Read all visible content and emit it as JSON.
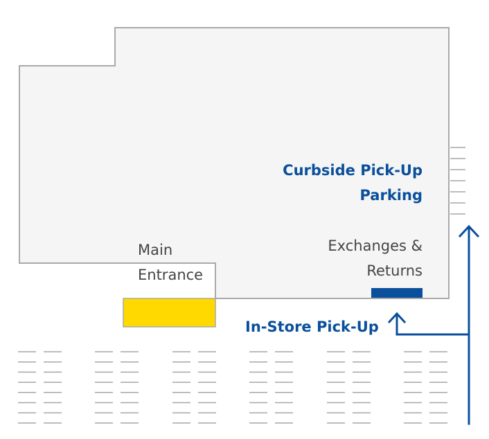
{
  "colors": {
    "building_fill": "#f5f5f5",
    "building_stroke": "#a9a9a9",
    "accent_blue": "#0a4f9c",
    "entrance_yellow": "#ffd900",
    "text_gray": "#444444",
    "parking_line": "#a6a6a6"
  },
  "labels": {
    "main_entrance": [
      "Main",
      "Entrance"
    ],
    "exchanges_returns": [
      "Exchanges &",
      "Returns"
    ],
    "curbside": [
      "Curbside Pick-Up",
      "Parking"
    ],
    "instore": "In-Store Pick-Up"
  },
  "icons": {
    "curbside_arrow": "arrow-up-icon",
    "instore_arrow": "arrow-up-icon"
  }
}
